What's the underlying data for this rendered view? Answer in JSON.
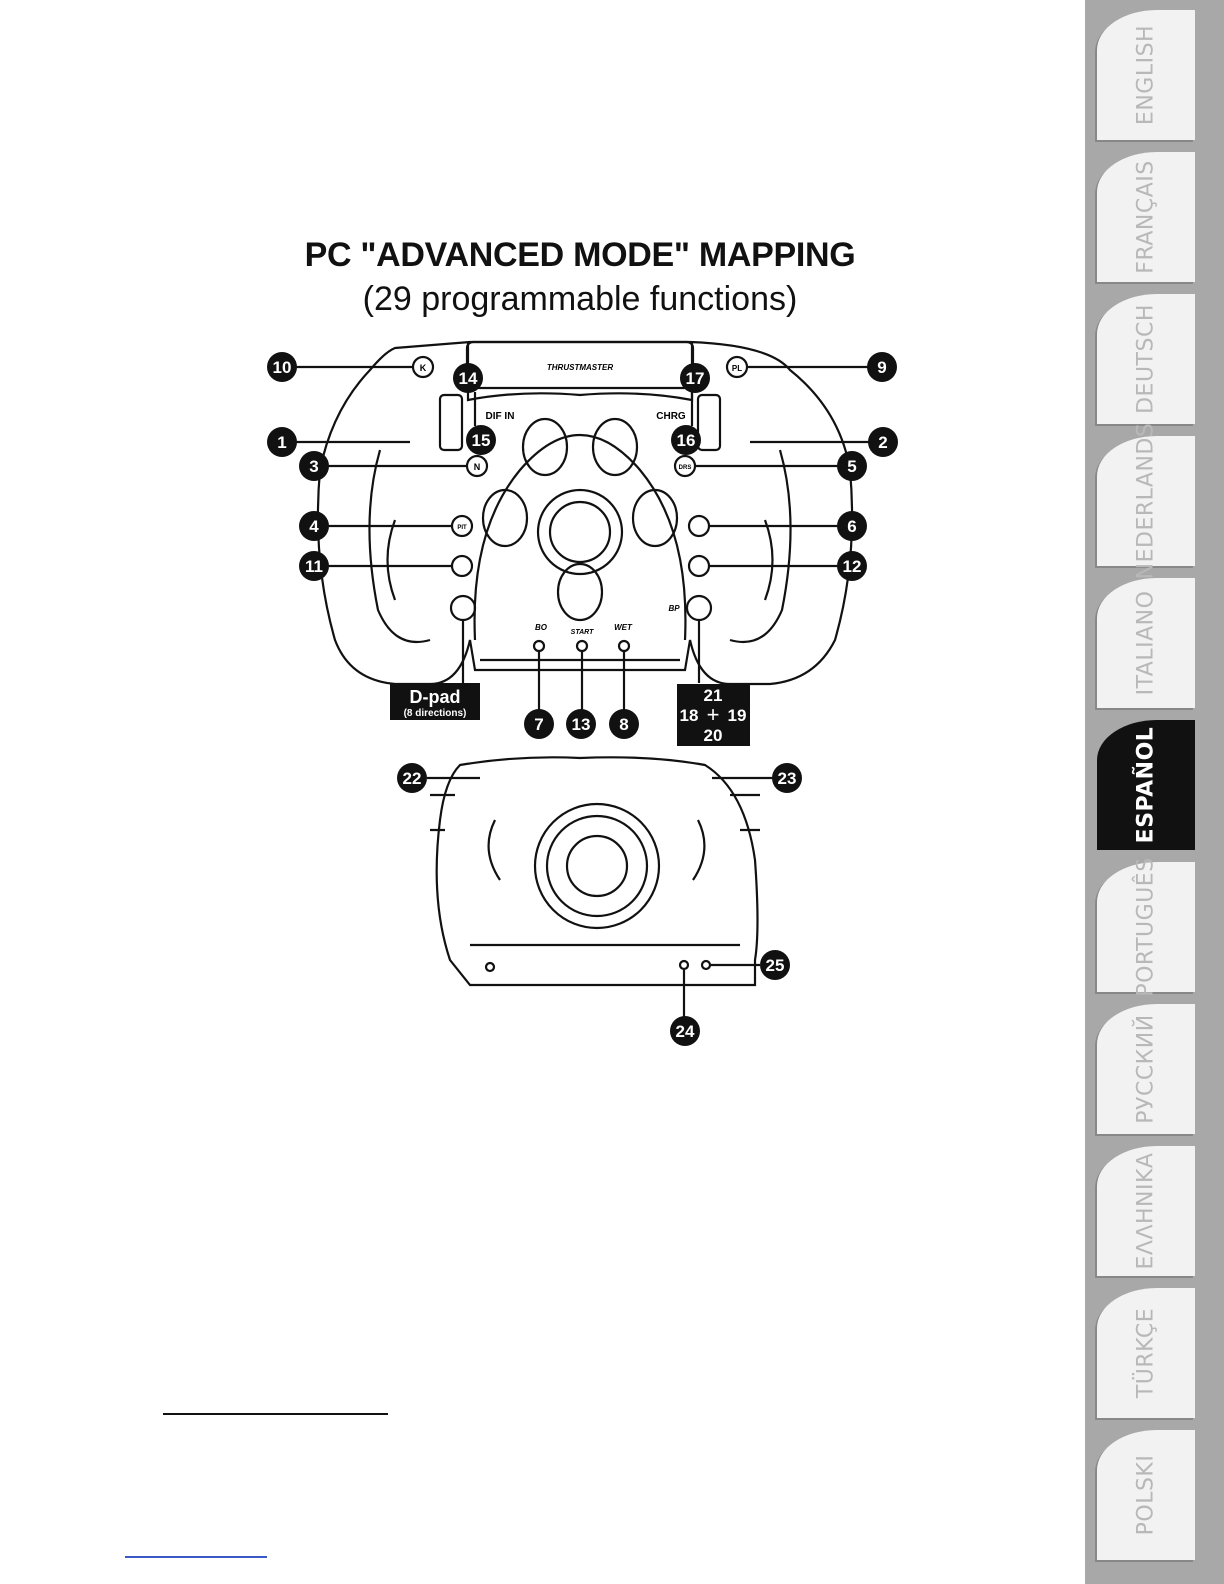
{
  "title": "PC \"ADVANCED MODE\" MAPPING",
  "subtitle": "(29 programmable functions)",
  "brand": "THRUSTMASTER",
  "top_labels": {
    "dif_in": "DIF IN",
    "chrg": "CHRG",
    "bo": "BO",
    "start": "START",
    "wet": "WET",
    "bp": "BP"
  },
  "button_marks": {
    "k": "K",
    "pl": "PL",
    "n": "N",
    "drs": "DRS",
    "pit": "PIT"
  },
  "callouts": [
    "1",
    "2",
    "3",
    "4",
    "5",
    "6",
    "7",
    "8",
    "9",
    "10",
    "11",
    "12",
    "13",
    "14",
    "15",
    "16",
    "17",
    "22",
    "23",
    "24",
    "25"
  ],
  "dpad_box": {
    "title": "D-pad",
    "sub": "(8 directions)"
  },
  "hat_box": {
    "top": "21",
    "left": "18",
    "plus": "+",
    "right": "19",
    "bottom": "20"
  },
  "languages": [
    {
      "label": "ENGLISH",
      "active": false
    },
    {
      "label": "FRANÇAIS",
      "active": false
    },
    {
      "label": "DEUTSCH",
      "active": false
    },
    {
      "label": "NEDERLANDS",
      "active": false
    },
    {
      "label": "ITALIANO",
      "active": false
    },
    {
      "label": "ESPAÑOL",
      "active": true
    },
    {
      "label": "PORTUGUÊS",
      "active": false
    },
    {
      "label": "РУССКИЙ",
      "active": false
    },
    {
      "label": "ΕΛΛΗΝΙΚΑ",
      "active": false
    },
    {
      "label": "TÜRKÇE",
      "active": false
    },
    {
      "label": "POLSKI",
      "active": false
    }
  ]
}
